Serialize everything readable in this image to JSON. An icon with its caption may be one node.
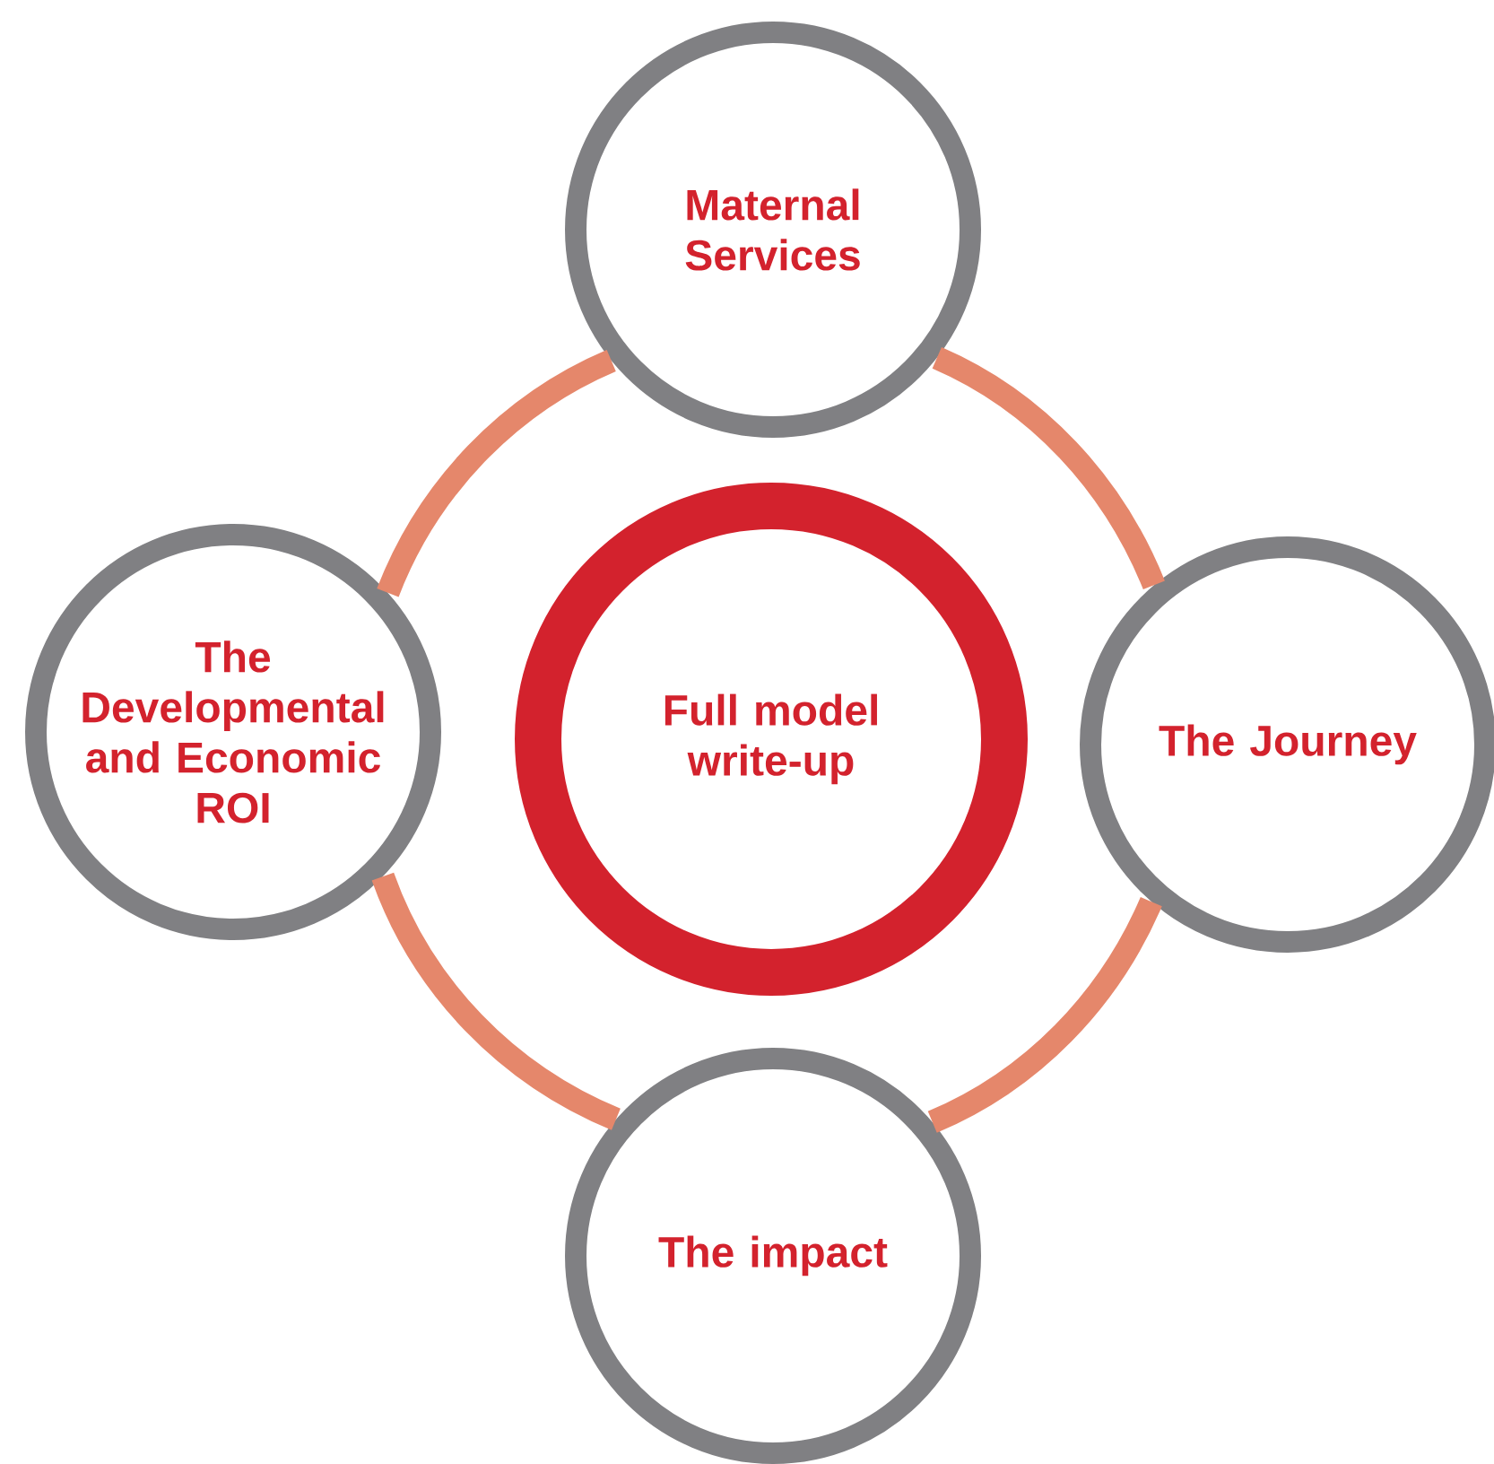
{
  "diagram": {
    "nodes": [
      {
        "text": [
          "Maternal Services"
        ]
      },
      {
        "text": [
          "The Developmental and Economic ROI"
        ]
      },
      {
        "text": [
          "Full model write-up"
        ]
      },
      {
        "text": [
          "The Journey"
        ]
      },
      {
        "text": [
          "The impact"
        ]
      }
    ],
    "edges": [
      {
        "from": 0,
        "to": 1,
        "arrow": "none"
      },
      {
        "from": 0,
        "to": 3,
        "arrow": "none"
      },
      {
        "from": 1,
        "to": 4,
        "arrow": "none"
      },
      {
        "from": 3,
        "to": 4,
        "arrow": "none"
      }
    ]
  }
}
